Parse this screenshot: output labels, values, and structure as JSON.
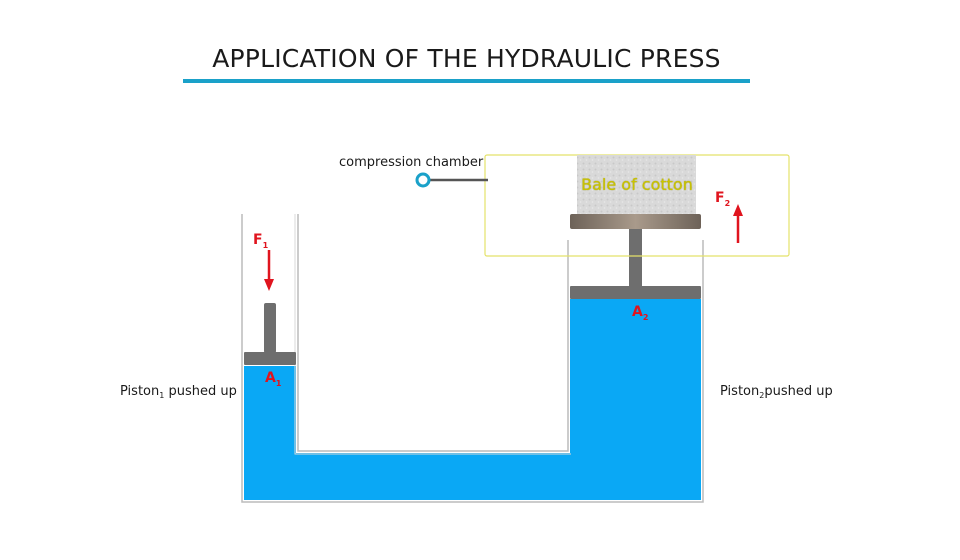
{
  "title": "APPLICATION OF THE HYDRAULIC PRESS",
  "labels": {
    "compression_chamber": "compression chamber",
    "bale": "Bale of cotton",
    "piston1_main": "Piston",
    "piston1_sub": "1",
    "piston1_rest": " pushed up",
    "piston2_main": "Piston",
    "piston2_sub": "2",
    "piston2_rest": "pushed up",
    "force1_main": "F",
    "force1_sub": "1",
    "force2_main": "F",
    "force2_sub": "2",
    "area1_main": "A",
    "area1_sub": "1",
    "area2_main": "A",
    "area2_sub": "2"
  },
  "colors": {
    "title_underline": "#1aa1c9",
    "fluid": "#0aa8f5",
    "piston": "#6e6e6e",
    "force_arrow": "#e0141e",
    "chamber_outline": "#e4e26a",
    "bale_text": "#c9c300",
    "press_plate": "#8b7d70",
    "connector": "#1aa1c9"
  }
}
